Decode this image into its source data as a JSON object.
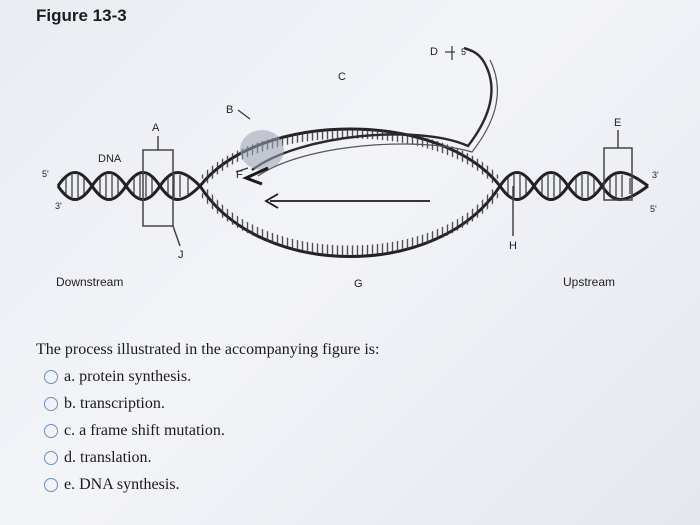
{
  "figure": {
    "title": "Figure 13-3",
    "labels": {
      "A": "A",
      "B": "B",
      "C": "C",
      "D": "D",
      "E": "E",
      "F": "F",
      "G": "G",
      "H": "H",
      "J": "J",
      "dna": "DNA",
      "five_prime": "5'",
      "three_prime": "3'",
      "downstream": "Downstream",
      "upstream": "Upstream"
    },
    "colors": {
      "strand": "#2a2a2a",
      "arrow": "#1a1a1a",
      "shade": "#9aa2b0"
    }
  },
  "question": {
    "prompt": "The process illustrated in the accompanying figure is:",
    "options": [
      {
        "label": "a. protein synthesis."
      },
      {
        "label": "b. transcription."
      },
      {
        "label": "c. a frame shift mutation."
      },
      {
        "label": "d. translation."
      },
      {
        "label": "e. DNA synthesis."
      }
    ]
  }
}
